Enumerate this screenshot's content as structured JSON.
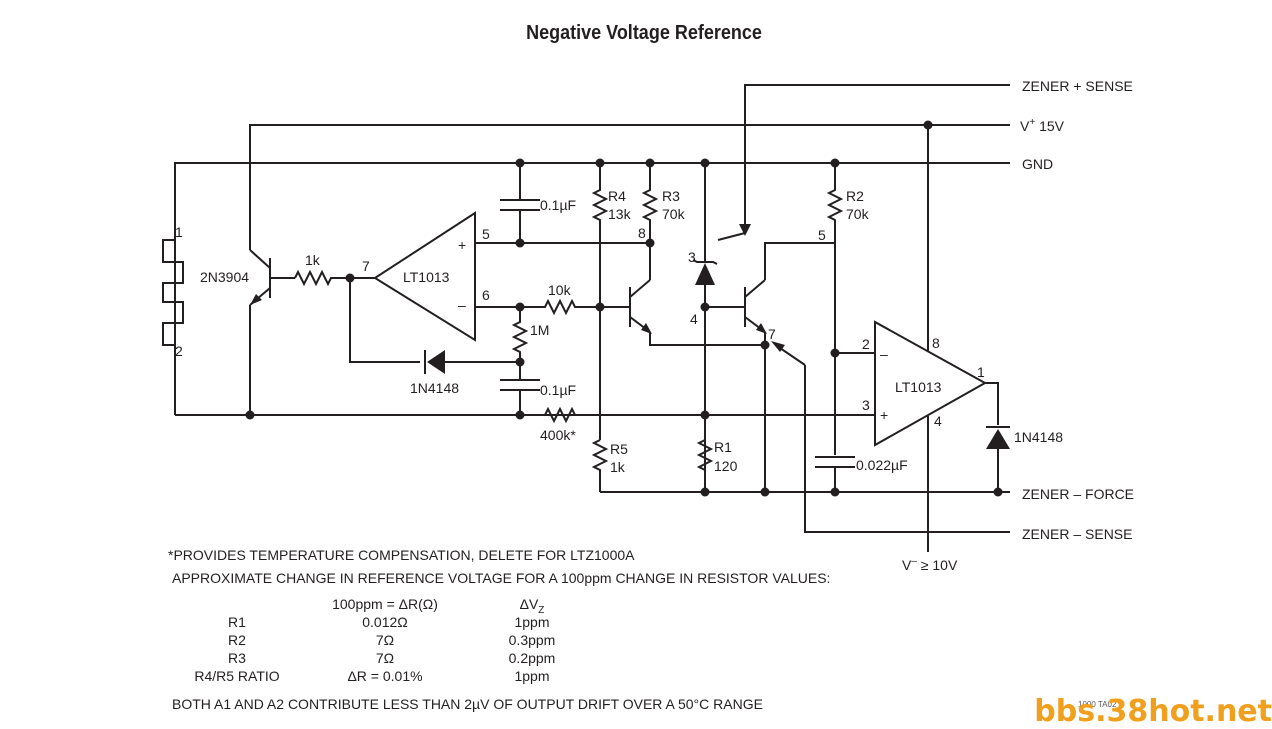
{
  "title": "Negative Voltage Reference",
  "rails": {
    "zener_plus_sense": "ZENER + SENSE",
    "vplus": "V",
    "vplus_sup": "+",
    "vplus_value": " 15V",
    "gnd": "GND",
    "zener_force": "ZENER – FORCE",
    "zener_minus_sense": "ZENER – SENSE",
    "vminus": "V",
    "vminus_sup": "–",
    "vminus_value": " ≥ 10V"
  },
  "components": {
    "q_2n3904": "2N3904",
    "r_1k_base": "1k",
    "a1_name": "LT1013",
    "a1_pin7": "7",
    "a1_pin5": "5",
    "a1_pin6": "6",
    "a1_plus": "+",
    "a1_minus": "–",
    "c1": "0.1µF",
    "r4_name": "R4",
    "r4_val": "13k",
    "r3_name": "R3",
    "r3_val": "70k",
    "pin8_left": "8",
    "r_10k": "10k",
    "r_1m": "1M",
    "d1": "1N4148",
    "c2": "0.1µF",
    "r_400k": "400k*",
    "r5_name": "R5",
    "r5_val": "1k",
    "pin3": "3",
    "pin4": "4",
    "r1_name": "R1",
    "r1_val": "120",
    "r2_name": "R2",
    "r2_val": "70k",
    "pin5_right": "5",
    "pin7_right": "7",
    "a2_name": "LT1013",
    "a2_pin2": "2",
    "a2_pin3": "3",
    "a2_pin8": "8",
    "a2_pin1": "1",
    "a2_pin4": "4",
    "a2_minus": "–",
    "a2_plus": "+",
    "c3": "0.022µF",
    "d2": "1N4148",
    "ltz_pin1": "1",
    "ltz_pin2": "2"
  },
  "notes": {
    "line1": "*PROVIDES TEMPERATURE COMPENSATION, DELETE FOR LTZ1000A",
    "line2": "APPROXIMATE CHANGE IN REFERENCE VOLTAGE FOR A 100ppm CHANGE IN RESISTOR VALUES:",
    "footer": "BOTH A1 AND A2 CONTRIBUTE LESS THAN 2µV OF OUTPUT DRIFT OVER A 50°C RANGE"
  },
  "table": {
    "headers": [
      "",
      "100ppm = ΔR(Ω)",
      "ΔV"
    ],
    "header_sub": "Z",
    "rows": [
      [
        "R1",
        "0.012Ω",
        "1ppm"
      ],
      [
        "R2",
        "7Ω",
        "0.3ppm"
      ],
      [
        "R3",
        "7Ω",
        "0.2ppm"
      ],
      [
        "R4/R5 RATIO",
        "ΔR = 0.01%",
        "1ppm"
      ]
    ]
  },
  "figure_code": "1000 TA02",
  "watermark": "bbs.38hot.net"
}
